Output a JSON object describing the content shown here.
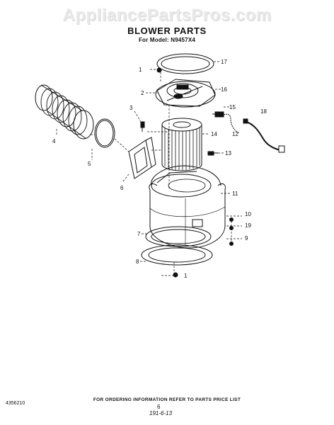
{
  "watermark": "AppliancePartsPros.com",
  "header": {
    "title": "BLOWER PARTS",
    "subtitle": "For Model: N9457X4"
  },
  "callouts": {
    "c1_top": "1",
    "c2": "2",
    "c3": "3",
    "c4": "4",
    "c5": "5",
    "c6": "6",
    "c7": "7",
    "c8": "8",
    "c9": "9",
    "c10": "10",
    "c11": "11",
    "c12": "12",
    "c13": "13",
    "c14": "14",
    "c15": "15",
    "c16": "16",
    "c17": "17",
    "c18": "18",
    "c19": "19",
    "c1_bottom": "1"
  },
  "footer": {
    "note": "FOR ORDERING INFORMATION REFER TO PARTS PRICE LIST",
    "doc_number": "4356210",
    "page": "6",
    "date_code": "191-6-13"
  }
}
